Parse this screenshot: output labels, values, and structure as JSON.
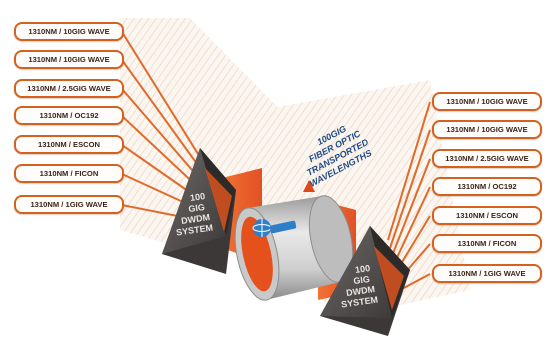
{
  "left_labels": [
    "1310NM / 10GIG WAVE",
    "1310NM / 10GIG WAVE",
    "1310NM / 2.5GIG WAVE",
    "1310NM / OC192",
    "1310NM / ESCON",
    "1310NM / FICON",
    "1310NM / 1GIG WAVE"
  ],
  "right_labels": [
    "1310NM / 10GIG WAVE",
    "1310NM / 10GIG WAVE",
    "1310NM / 2.5GIG WAVE",
    "1310NM / OC192",
    "1310NM / ESCON",
    "1310NM / FICON",
    "1310NM / 1GIG WAVE"
  ],
  "left_system": [
    "100",
    "GIG",
    "DWDM",
    "SYSTEM"
  ],
  "right_system": [
    "100",
    "GIG",
    "DWDM",
    "SYSTEM"
  ],
  "center_text": [
    "100GIG",
    "FIBER OPTIC",
    "TRANSPORTED",
    "WAVELENGTHS"
  ],
  "colors": {
    "accent": "#d4621e",
    "beam": "#e8541a",
    "prism": "#55514f",
    "cylinder": "#d6d6d6",
    "text_blue": "#1f4b86"
  },
  "icon": "globe-logo-icon"
}
